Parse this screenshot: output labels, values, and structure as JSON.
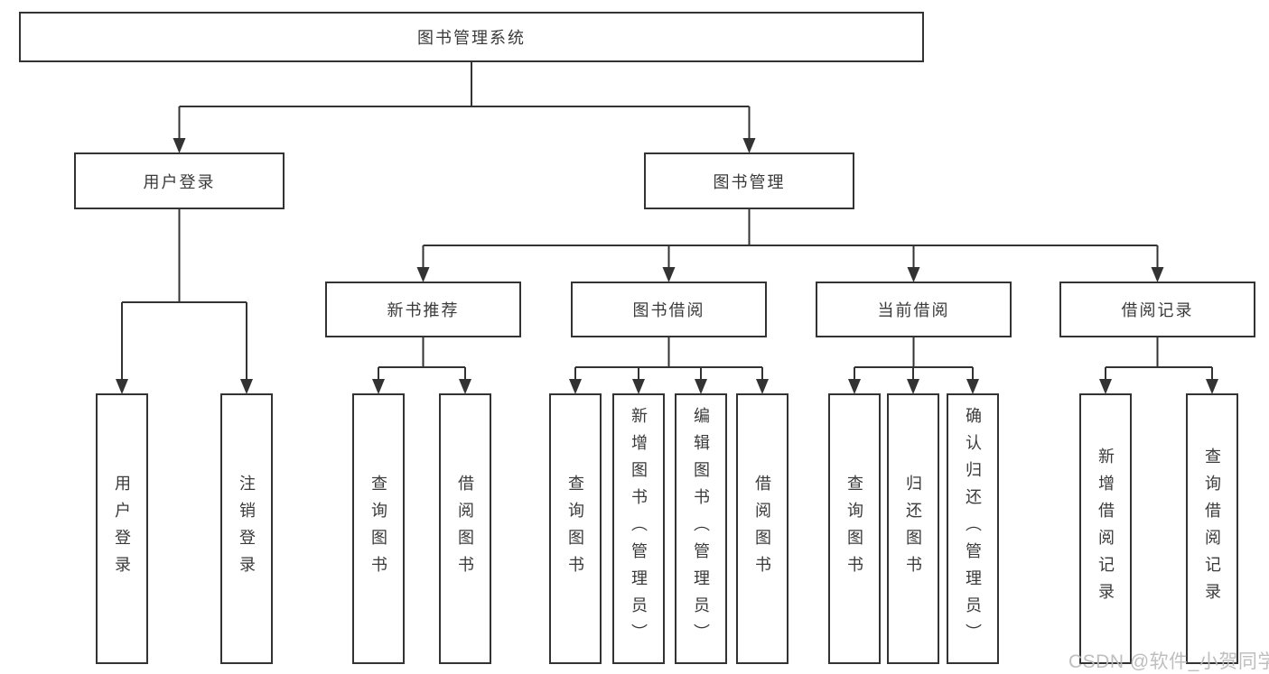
{
  "diagram": {
    "title_node": {
      "label": "图书管理系统"
    },
    "level2": [
      {
        "label": "用户登录"
      },
      {
        "label": "图书管理"
      }
    ],
    "level3": [
      {
        "label": "新书推荐"
      },
      {
        "label": "图书借阅"
      },
      {
        "label": "当前借阅"
      },
      {
        "label": "借阅记录"
      }
    ],
    "leaves": {
      "login_group": [
        "用户登录",
        "注销登录"
      ],
      "recommend_group": [
        "查询图书",
        "借阅图书"
      ],
      "borrow_group": [
        "查询图书",
        "新增图书（管理员）",
        "编辑图书（管理员）",
        "借阅图书"
      ],
      "current_group": [
        "查询图书",
        "归还图书",
        "确认归还（管理员）"
      ],
      "record_group": [
        "新增借阅记录",
        "查询借阅记录"
      ]
    },
    "watermark": "CSDN @软件_小贺同学",
    "colors": {
      "line": "#333333",
      "text": "#3a3a3a",
      "watermark": "#b9b9b9",
      "background": "#ffffff"
    }
  }
}
